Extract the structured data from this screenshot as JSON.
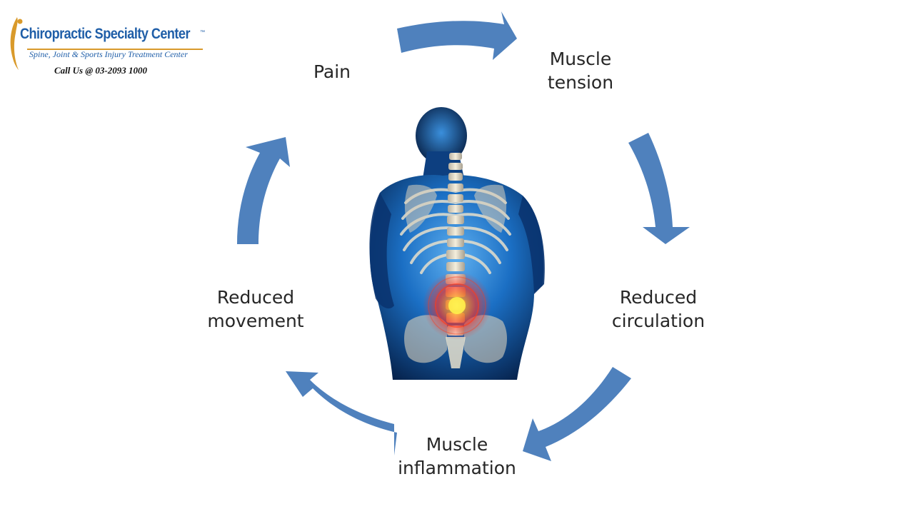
{
  "logo": {
    "title": "Chiropractic Specialty Center",
    "tm": "™",
    "subtitle": "Spine, Joint & Sports Injury Treatment Center",
    "phone": "Call Us @ 03-2093 1000"
  },
  "cycle": {
    "steps": [
      {
        "lines": [
          "Pain"
        ]
      },
      {
        "lines": [
          "Muscle",
          "tension"
        ]
      },
      {
        "lines": [
          "Reduced",
          "circulation"
        ]
      },
      {
        "lines": [
          "Muscle",
          "inflammation"
        ]
      },
      {
        "lines": [
          "Reduced",
          "movement"
        ]
      }
    ],
    "arrow_color": "#4f81bd"
  },
  "colors": {
    "brand_blue": "#1f5ea8",
    "brand_accent": "#d99a2b",
    "text": "#262626",
    "figure_blue": "#1b6fc4",
    "pain_glow": "#ff2a1a"
  }
}
